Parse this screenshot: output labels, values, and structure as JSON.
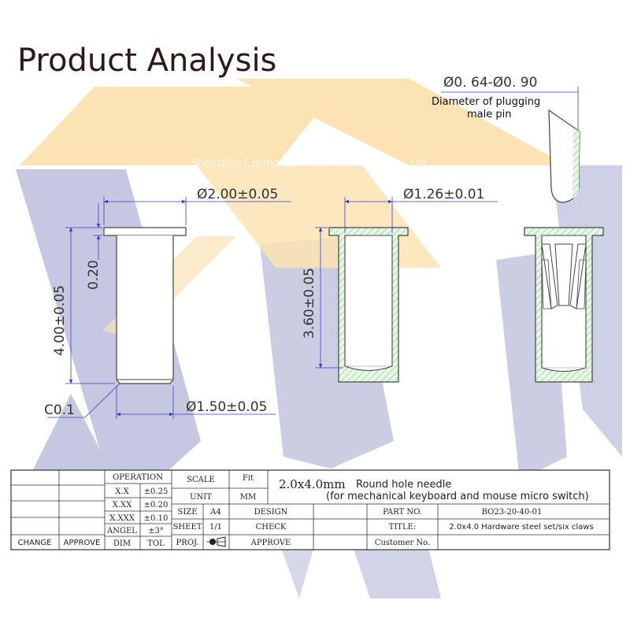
{
  "header": {
    "title": "Product Analysis",
    "watermark_text": "Shenzhen Collino Electronic Industrial Co., Ltd."
  },
  "pin": {
    "dia": "Ø0. 64-Ø0. 90",
    "label_line1": "Diameter of plugging",
    "label_line2": "male pin"
  },
  "outer_view": {
    "top_dia": "Ø2.00±0.05",
    "height": "4.00±0.05",
    "flange": "0.20",
    "chamfer": "C0.1",
    "bottom_dia": "Ø1.50±0.05"
  },
  "section_view": {
    "inner_dia": "Ø1.26±0.01",
    "depth": "3.60±0.05"
  },
  "title_block": {
    "change": "CHANGE",
    "approve_left": "APPROVE",
    "operation": "OPERATION",
    "xx_label": "X.X",
    "xx_tol": "±0.25",
    "xxx_label": "X.XX",
    "xxx_tol": "±0.20",
    "xxxx_label": "X.XXX",
    "xxxx_tol": "±0.10",
    "angel_label": "ANGEL",
    "angel_tol": "±3°",
    "dim": "DIM",
    "tol": "TOL",
    "scale": "SCALE",
    "scale_val": "Fit",
    "unit": "UNIT",
    "unit_val": "MM",
    "size": "SIZE",
    "size_val": "A4",
    "sheet": "SHEET",
    "sheet_val": "1/1",
    "proj": "PROJ.",
    "design": "DESIGN",
    "check": "CHECK",
    "approve_mid": "APPROVE",
    "desc_size": "2.0x4.0mm",
    "desc_line1": "Round hole needle",
    "desc_line2": "(for mechanical keyboard and mouse micro switch)",
    "part_no_label": "PART NO.",
    "part_no": "BO23-20-40-01",
    "title_label": "TITLE:",
    "title_val": "2.0x4.0 Hardware steel set/six claws",
    "customer_label": "Customer No."
  },
  "colors": {
    "watermark_orange": "#fbe3b3",
    "watermark_blue": "#c5c8e0",
    "dimension_blue": "#3b3bd0",
    "section_green": "#7fcf7f"
  }
}
